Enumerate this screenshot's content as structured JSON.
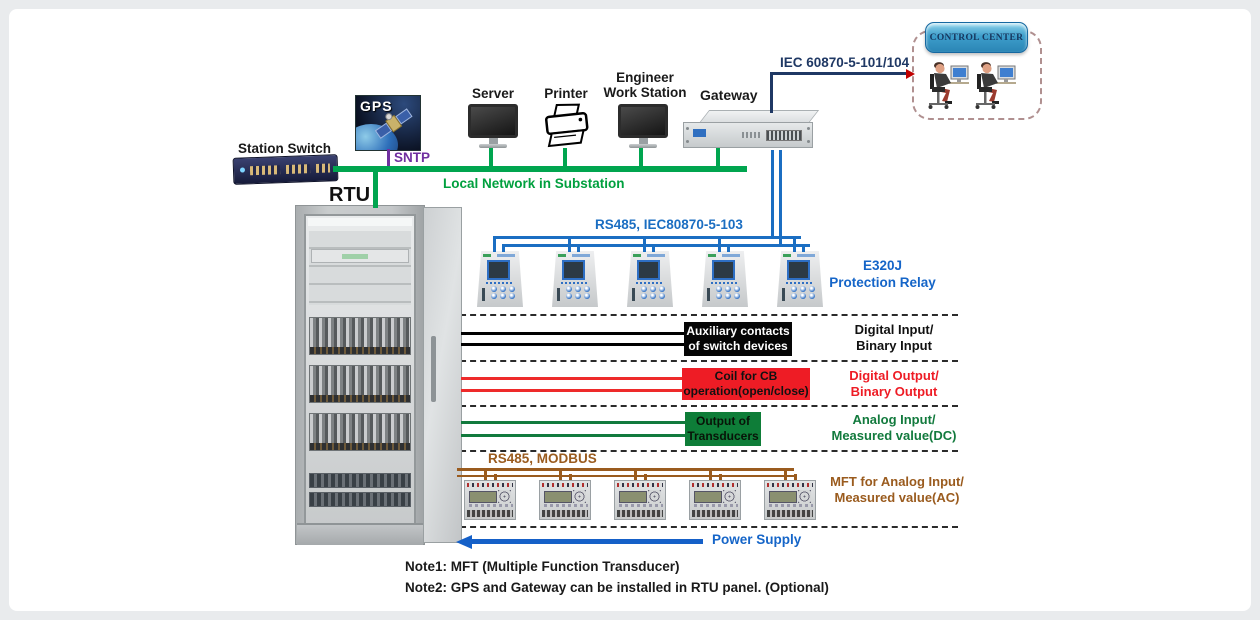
{
  "colors": {
    "network_green": "#00a54f",
    "network_text_green": "#00a03e",
    "sntp_purple": "#7030a0",
    "navy_link": "#1f3864",
    "relay_blue": "#1b6ec2",
    "blue_text": "#1565c8",
    "red": "#ee1c25",
    "analog_green": "#127a3d",
    "modbus_brown": "#9a5b1e",
    "black": "#1a1a1a"
  },
  "top": {
    "control_center": {
      "title": "CONTROL CENTER"
    },
    "iec_link_label": "IEC 60870-5-101/104",
    "devices": {
      "station_switch": "Station Switch",
      "gps": "GPS",
      "sntp": "SNTP",
      "server": "Server",
      "printer": "Printer",
      "engineer_ws_line1": "Engineer",
      "engineer_ws_line2": "Work Station",
      "gateway": "Gateway"
    },
    "local_network_label": "Local Network in Substation"
  },
  "rtu": {
    "label": "RTU"
  },
  "relay_section": {
    "bus_label": "RS485, IEC80870-5-103",
    "relay_count": 5,
    "name_line1": "E320J",
    "name_line2": "Protection Relay"
  },
  "io_rows": {
    "digital_input": {
      "box_line1": "Auxiliary contacts",
      "box_line2": "of switch devices",
      "label_line1": "Digital Input/",
      "label_line2": "Binary Input"
    },
    "digital_output": {
      "box_line1": "Coil for CB",
      "box_line2": "operation(open/close)",
      "label_line1": "Digital Output/",
      "label_line2": "Binary Output"
    },
    "analog_input": {
      "box_line1": "Output of",
      "box_line2": "Transducers",
      "label_line1": "Analog Input/",
      "label_line2": "Measured value(DC)"
    },
    "mft": {
      "bus_label": "RS485, MODBUS",
      "device_count": 5,
      "label_line1": "MFT for Analog Input/",
      "label_line2": "Measured value(AC)"
    }
  },
  "power_supply_label": "Power Supply",
  "notes": [
    "Note1: MFT (Multiple Function Transducer)",
    "Note2: GPS and Gateway can be installed in RTU panel. (Optional)"
  ]
}
